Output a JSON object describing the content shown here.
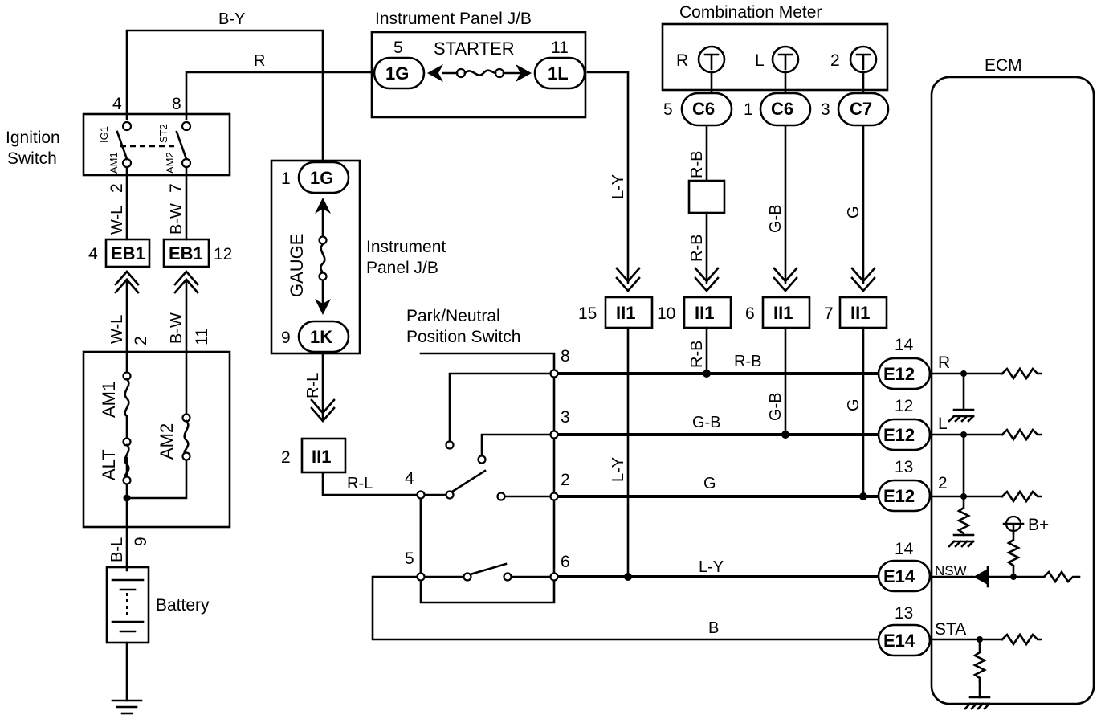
{
  "components": {
    "ignition_switch": "Ignition\nSwitch",
    "instrument_panel_jb_top": "Instrument Panel J/B",
    "instrument_panel_jb_mid": "Instrument\nPanel J/B",
    "combination_meter": "Combination Meter",
    "ecm": "ECM",
    "park_neutral_switch": "Park/Neutral\nPosition Switch",
    "battery": "Battery",
    "starter": "STARTER",
    "gauge": "GAUGE",
    "am1": "AM1",
    "am2": "AM2",
    "alt": "ALT",
    "b_plus": "B+"
  },
  "ignition_switch_terminals": {
    "ig1": "IG1",
    "st2": "ST2",
    "am1": "AM1",
    "am2": "AM2",
    "pin_ig1": "4",
    "pin_st2": "8",
    "pin_am1": "2",
    "pin_am2": "7"
  },
  "connectors": {
    "c_1g_top": "1G",
    "c_1l": "1L",
    "c_1g_mid": "1G",
    "c_1k": "1K",
    "c6_r": "C6",
    "c6_l": "C6",
    "c7": "C7",
    "eb1_left": "EB1",
    "eb1_right": "EB1",
    "ii1_2": "II1",
    "ii1_15": "II1",
    "ii1_10": "II1",
    "ii1_6": "II1",
    "ii1_7": "II1",
    "e12_14": "E12",
    "e12_12": "E12",
    "e12_13": "E12",
    "e14_14": "E14",
    "e14_13": "E14"
  },
  "pins": {
    "starter_5": "5",
    "starter_11": "11",
    "gauge_1": "1",
    "gauge_9": "9",
    "cm_5": "5",
    "cm_1": "1",
    "cm_3": "3",
    "cm_lamp_r": "R",
    "cm_lamp_l": "L",
    "cm_lamp_2": "2",
    "eb1_4": "4",
    "eb1_12": "12",
    "fuse_2": "2",
    "fuse_11": "11",
    "fuse_9": "9",
    "ii1_2": "2",
    "ii1_15": "15",
    "ii1_10": "10",
    "ii1_6": "6",
    "ii1_7": "7",
    "pnp_8": "8",
    "pnp_3": "3",
    "pnp_2": "2",
    "pnp_4": "4",
    "pnp_5": "5",
    "pnp_6": "6",
    "ecm_14a": "14",
    "ecm_12": "12",
    "ecm_13a": "13",
    "ecm_14b": "14",
    "ecm_13b": "13",
    "ecm_r": "R",
    "ecm_l": "L",
    "ecm_2": "2",
    "ecm_nsw": "NSW",
    "ecm_sta": "STA"
  },
  "wires": {
    "b_y": "B-Y",
    "r": "R",
    "w_l_top": "W-L",
    "b_w_top": "B-W",
    "w_l_bot": "W-L",
    "b_w_bot": "B-W",
    "b_l": "B-L",
    "r_l_vert": "R-L",
    "r_l_horiz": "R-L",
    "l_y_vert": "L-Y",
    "l_y_low": "L-Y",
    "l_y_horiz": "L-Y",
    "r_b_top": "R-B",
    "r_b_bot": "R-B",
    "r_b_horiz": "R-B",
    "r_b_vert": "R-B",
    "g_b_vert": "G-B",
    "g_b_low": "G-B",
    "g_b_horiz": "G-B",
    "g_vert": "G",
    "g_low": "G",
    "g_horiz": "G",
    "b": "B"
  }
}
